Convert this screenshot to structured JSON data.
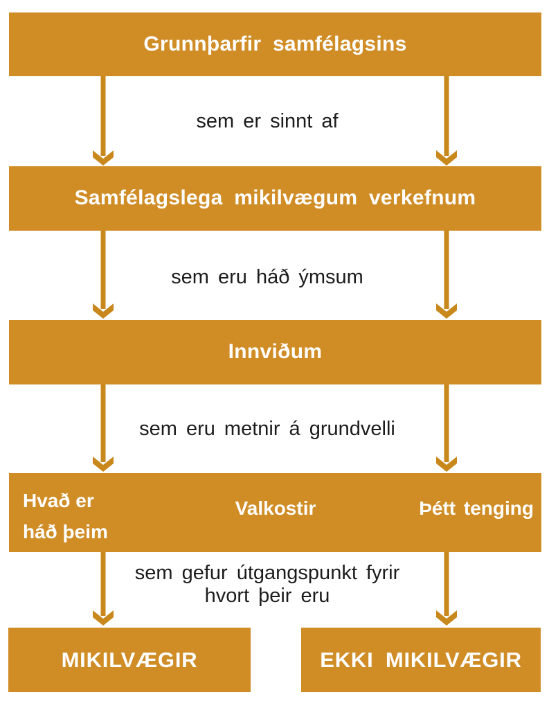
{
  "colors": {
    "node_fill": "#D08C25",
    "arrow": "#C9881C",
    "node_text": "#FFFFFF",
    "connector_text": "#1C1C1C",
    "background": "#FFFFFF"
  },
  "flowchart": {
    "node1": {
      "label": "Grunnþarfir samfélagsins"
    },
    "connector1": {
      "label": "sem er sinnt af"
    },
    "node2": {
      "label": "Samfélagslega mikilvægum verkefnum"
    },
    "connector2": {
      "label": "sem eru háð ýmsum"
    },
    "node3": {
      "label": "Innviðum"
    },
    "connector3": {
      "label": "sem eru metnir á grundvelli"
    },
    "node4": {
      "left_label": "Hvað er háð þeim",
      "center_label": "Valkostir",
      "right_label": "Þétt tenging"
    },
    "connector4": {
      "label": "sem gefur útgangspunkt fyrir hvort þeir eru"
    },
    "node5a": {
      "label": "MIKILVÆGIR"
    },
    "node5b": {
      "label": "EKKI MIKILVÆGIR"
    }
  }
}
